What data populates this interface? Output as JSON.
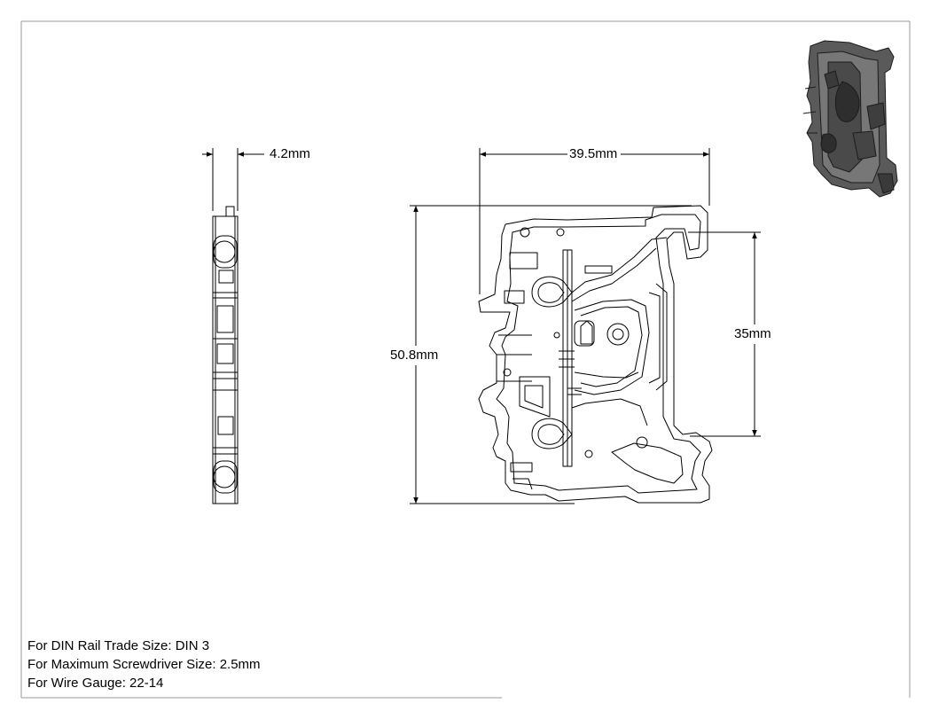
{
  "dimensions": {
    "thickness": "4.2mm",
    "width": "39.5mm",
    "height": "50.8mm",
    "rail_span": "35mm"
  },
  "notes": [
    "For DIN Rail Trade Size: DIN 3",
    "For Maximum Screwdriver Size: 2.5mm",
    "For Wire Gauge: 22-14"
  ],
  "colors": {
    "line": "#000000",
    "frame": "#9a9a9a",
    "shaded_body": "#5a5a5a",
    "shaded_dark": "#2e2e2e"
  },
  "icons": {
    "side_view": "din-terminal-block-side-view",
    "front_view": "din-terminal-block-front-view",
    "iso_view": "din-terminal-block-isometric-view"
  }
}
